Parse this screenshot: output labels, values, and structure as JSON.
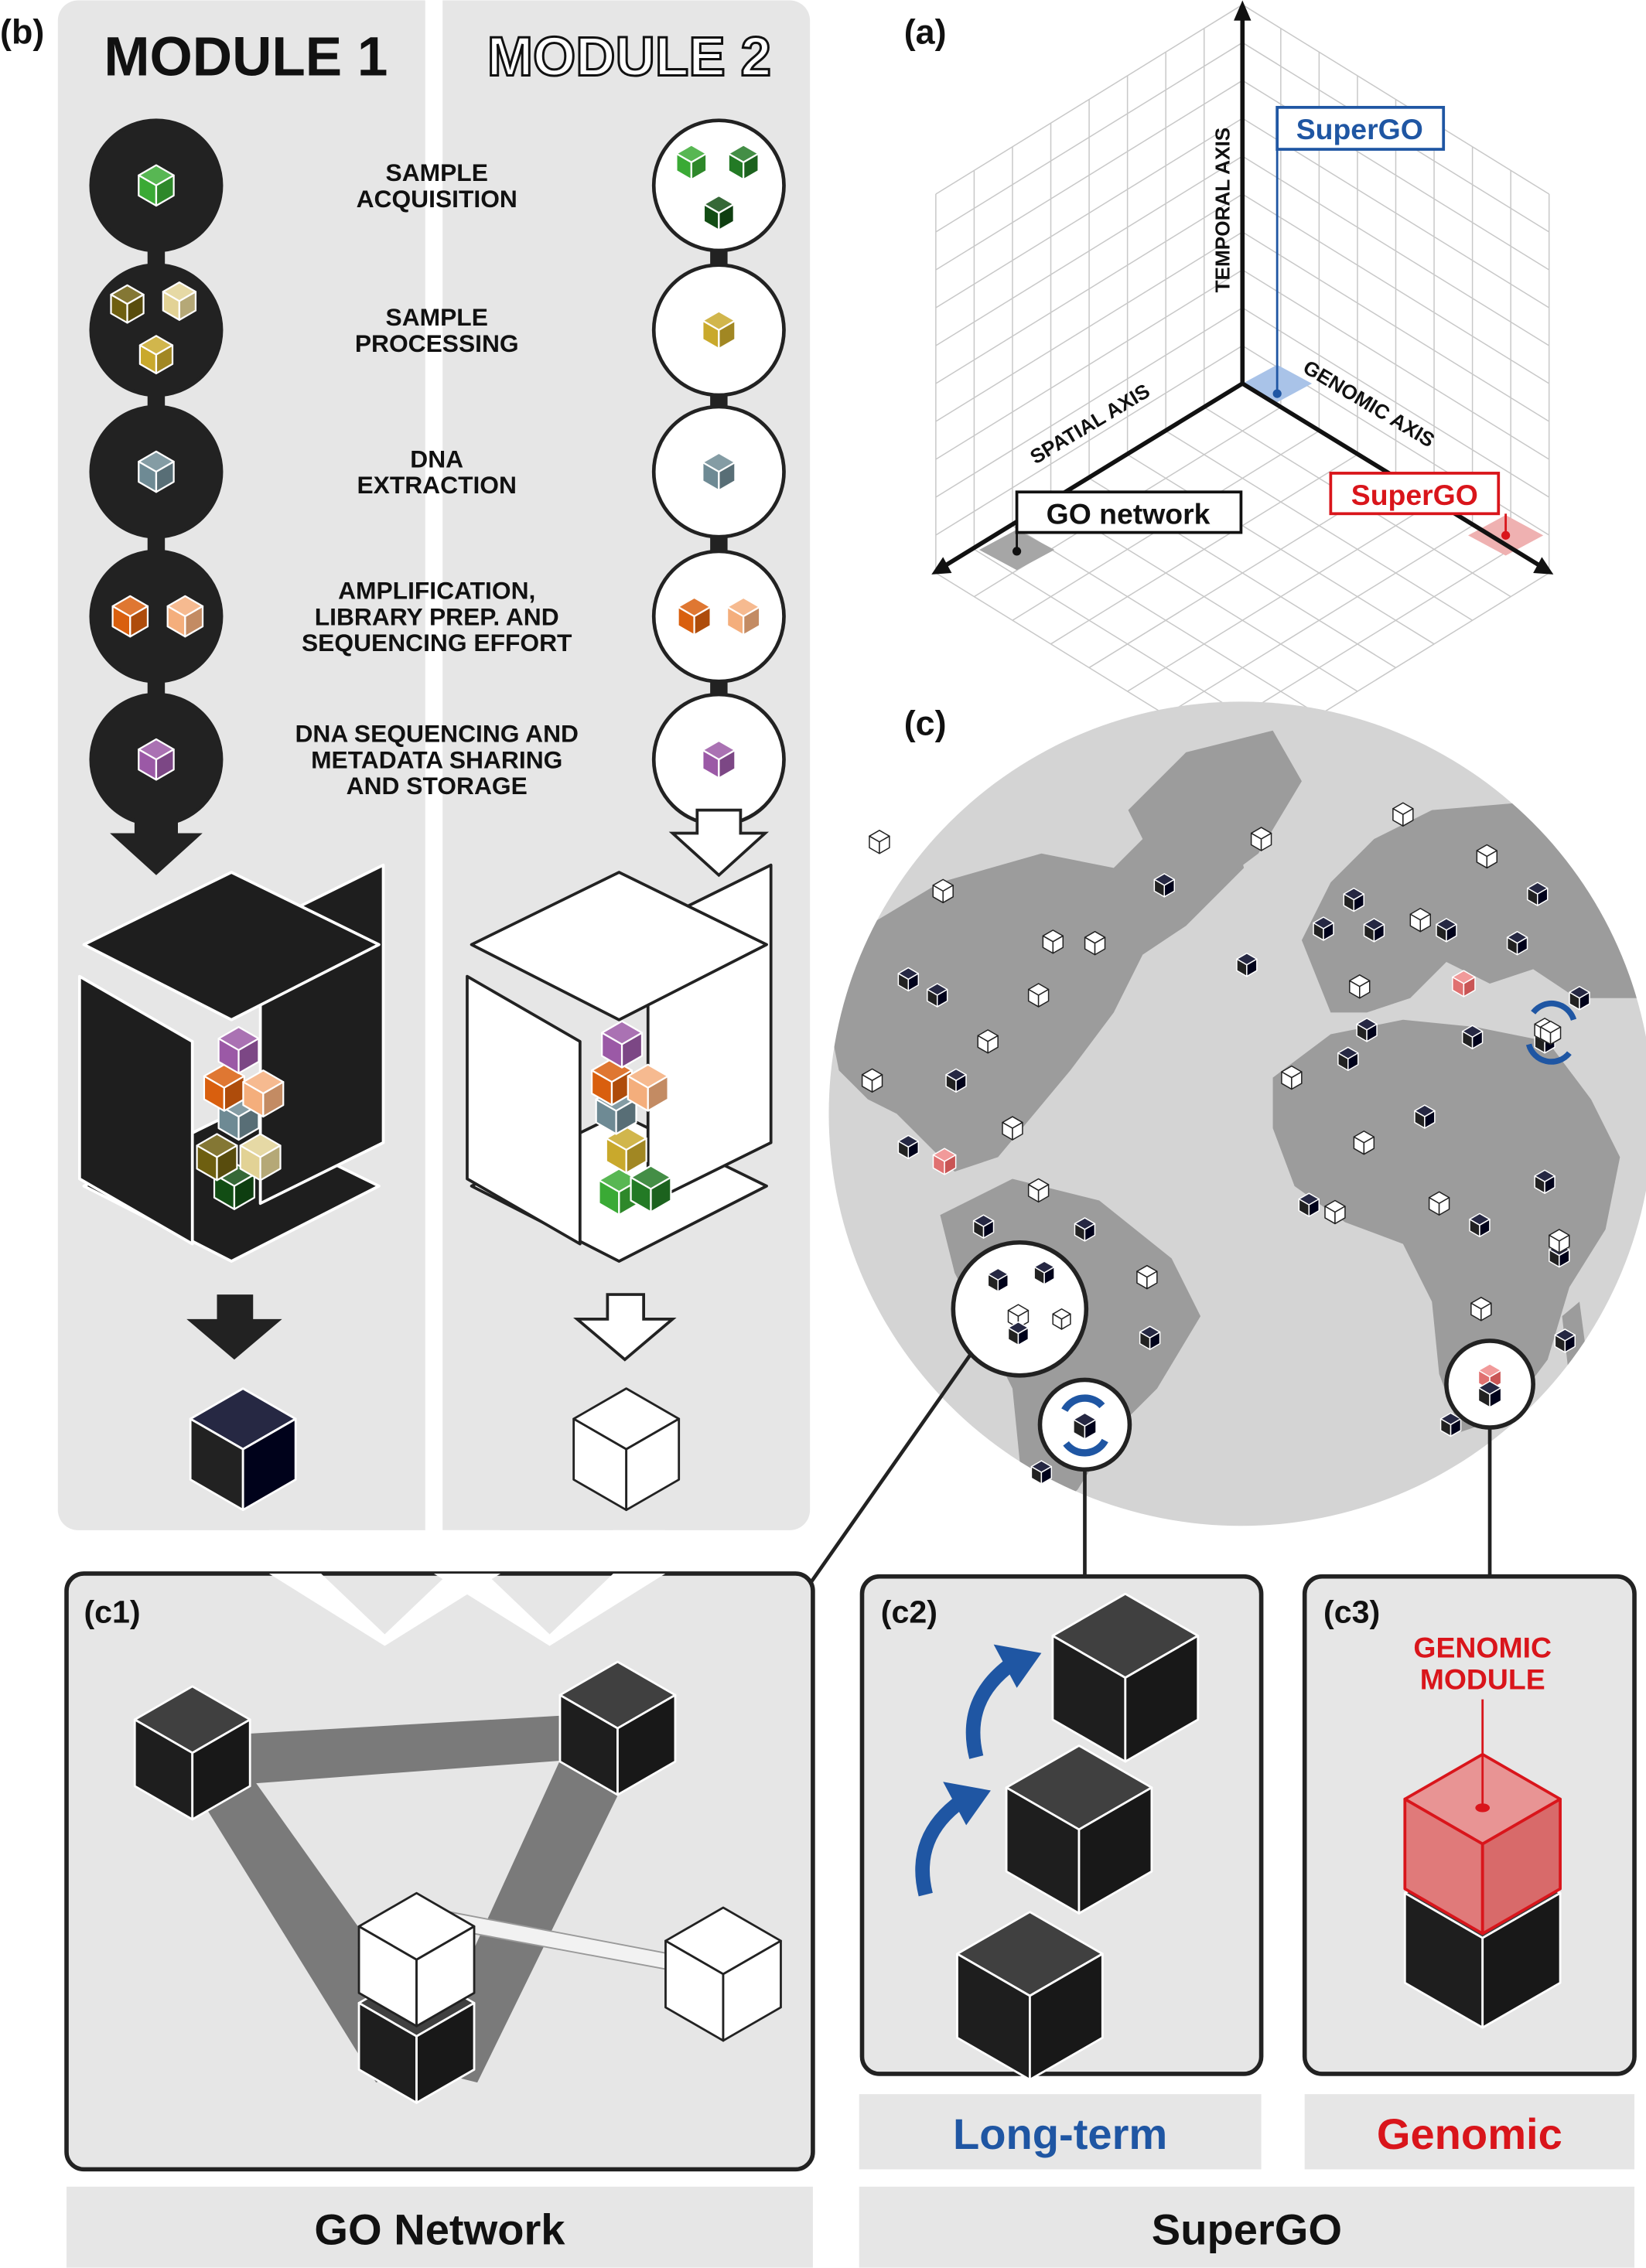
{
  "panel_b": {
    "label": "(b)",
    "module1": "MODULE 1",
    "module2": "MODULE 2",
    "steps": [
      {
        "lines": [
          "SAMPLE",
          "ACQUISITION"
        ]
      },
      {
        "lines": [
          "SAMPLE",
          "PROCESSING"
        ]
      },
      {
        "lines": [
          "DNA",
          "EXTRACTION"
        ]
      },
      {
        "lines": [
          "AMPLIFICATION,",
          "LIBRARY PREP. AND",
          "SEQUENCING EFFORT"
        ]
      },
      {
        "lines": [
          "DNA SEQUENCING AND",
          "METADATA SHARING",
          "AND STORAGE"
        ]
      }
    ]
  },
  "panel_a": {
    "label": "(a)",
    "temporal_axis": "TEMPORAL AXIS",
    "spatial_axis": "SPATIAL AXIS",
    "genomic_axis": "GENOMIC AXIS",
    "supergo_temporal": "SuperGO",
    "go_network": "GO network",
    "supergo_genomic": "SuperGO"
  },
  "panel_c": {
    "label": "(c)",
    "c1_label": "(c1)",
    "c2_label": "(c2)",
    "c3_label": "(c3)",
    "genomic_module": [
      "GENOMIC",
      "MODULE"
    ],
    "long_term": "Long-term",
    "genomic": "Genomic",
    "go_network_footer": "GO Network",
    "supergo_footer": "SuperGO"
  },
  "colors": {
    "panel_bg": "#e6e6e6",
    "blue": "#1f56a3",
    "red": "#d9151b",
    "dark": "#222222"
  }
}
